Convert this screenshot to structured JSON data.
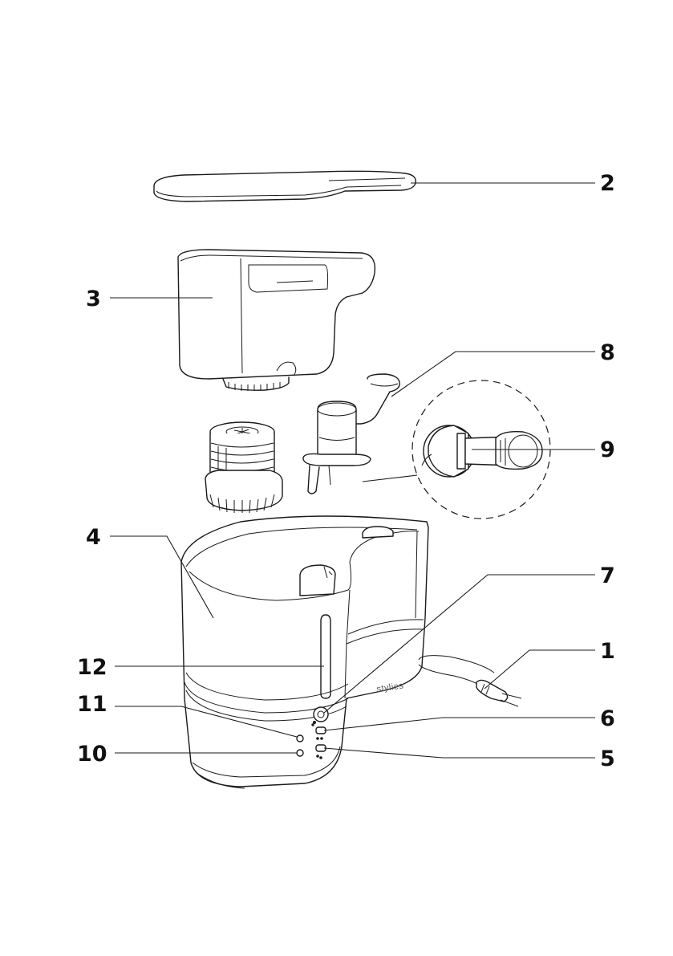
{
  "brand": "stylies",
  "callouts": [
    {
      "id": "c1",
      "label": "1"
    },
    {
      "id": "c2",
      "label": "2"
    },
    {
      "id": "c3",
      "label": "3"
    },
    {
      "id": "c4",
      "label": "4"
    },
    {
      "id": "c5",
      "label": "5"
    },
    {
      "id": "c6",
      "label": "6"
    },
    {
      "id": "c7",
      "label": "7"
    },
    {
      "id": "c8",
      "label": "8"
    },
    {
      "id": "c9",
      "label": "9"
    },
    {
      "id": "c10",
      "label": "10"
    },
    {
      "id": "c11",
      "label": "11"
    },
    {
      "id": "c12",
      "label": "12"
    }
  ]
}
